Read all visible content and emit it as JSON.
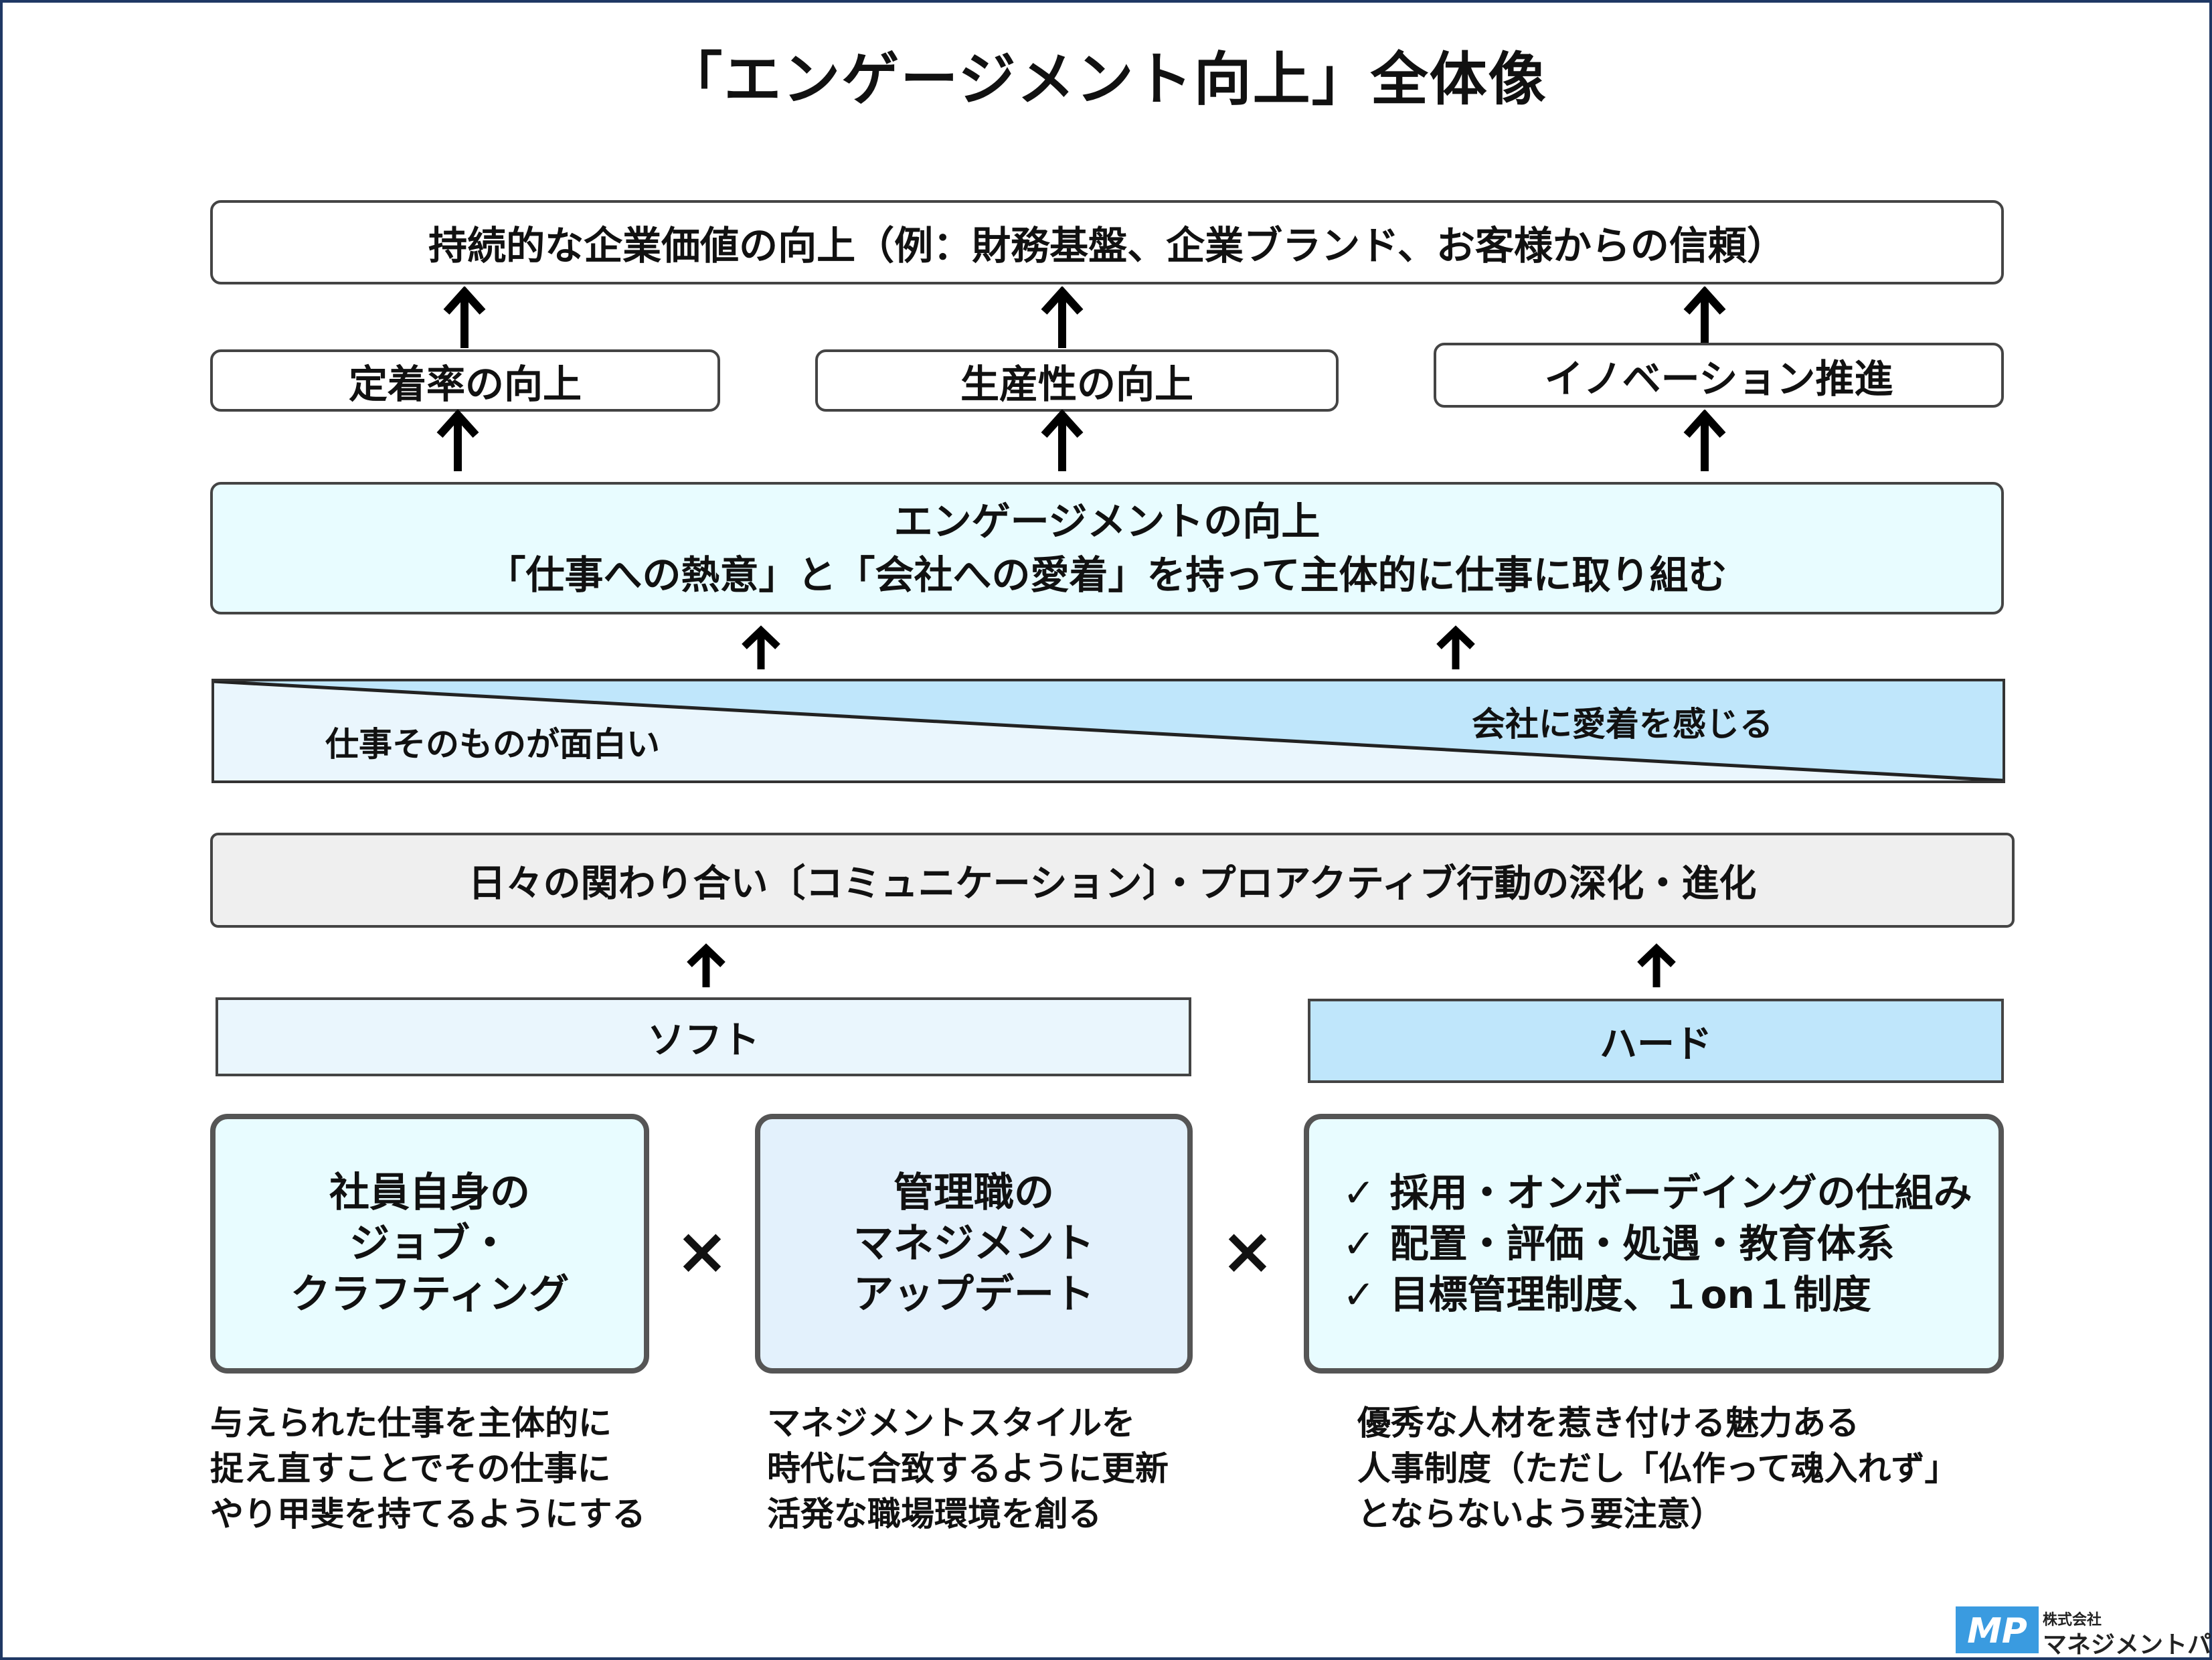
{
  "title": "「エンゲージメント向上」全体像",
  "top_box": "持続的な企業価値の向上（例：財務基盤、企業ブランド、お客様からの信頼）",
  "middle_boxes": [
    "定着率の向上",
    "生産性の向上",
    "イノベーション推進"
  ],
  "engagement": {
    "line1": "エンゲージメントの向上",
    "line2": "「仕事への熱意」と「会社への愛着」を持って主体的に仕事に取り組む"
  },
  "gradient_bar": {
    "left_label": "仕事そのものが面白い",
    "right_label": "会社に愛着を感じる"
  },
  "communication_box": "日々の関わり合い〔コミュニケーション〕・プロアクティブ行動の深化・進化",
  "soft_label": "ソフト",
  "hard_label": "ハード",
  "cards": {
    "job_crafting": [
      "社員自身の",
      "ジョブ・",
      "クラフティング"
    ],
    "management": [
      "管理職の",
      "マネジメント",
      "アップデート"
    ],
    "hr_systems": {
      "check": "✓",
      "items": [
        "採用・オンボーデイングの仕組み",
        "配置・評価・処遇・教育体系",
        "目標管理制度、１on１制度"
      ]
    }
  },
  "cross_symbol": "×",
  "descriptions": {
    "job_crafting": [
      "与えられた仕事を主体的に",
      "捉え直すことでその仕事に",
      "やり甲斐を持てるようにする"
    ],
    "management": [
      "マネジメントスタイルを",
      "時代に合致するように更新",
      "活発な職場環境を創る"
    ],
    "hr_systems": [
      "優秀な人材を惹き付ける魅力ある",
      "人事制度（ただし「仏作って魂入れず」",
      "とならないよう要注意）"
    ]
  },
  "logo": {
    "mark": "MP",
    "company_small": "株式会社",
    "company_name": "マネジメントパートナー"
  },
  "colors": {
    "frame": "#1f3864",
    "engagement_fill": "#e8fcff",
    "gradient_light": "#eaf6fd",
    "gradient_dark": "#bfe6fb",
    "soft_fill": "#eaf6fd",
    "hard_fill": "#bfe6fb",
    "comm_fill": "#efefef",
    "logo_blue": "#3a9be0"
  }
}
